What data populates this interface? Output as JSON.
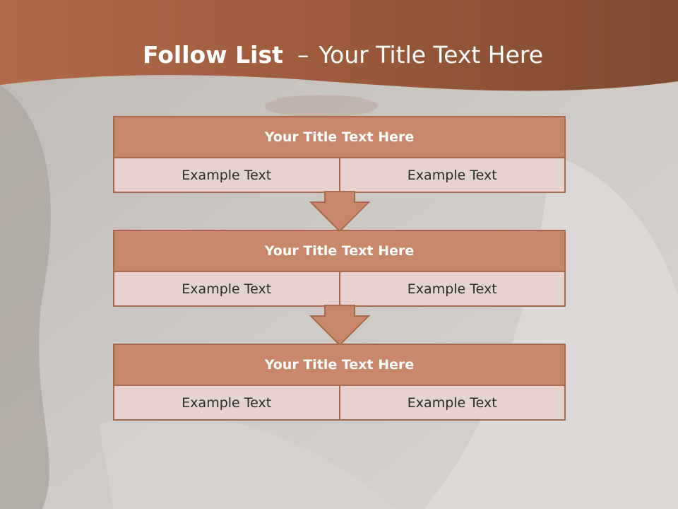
{
  "slide": {
    "title_bold": "Follow List",
    "title_dash": "–",
    "title_rest": "Your Title Text Here"
  },
  "blocks": [
    {
      "title": "Your Title Text Here",
      "left": "Example Text",
      "right": "Example Text"
    },
    {
      "title": "Your Title Text Here",
      "left": "Example Text",
      "right": "Example Text"
    },
    {
      "title": "Your Title Text Here",
      "left": "Example Text",
      "right": "Example Text"
    }
  ],
  "colors": {
    "header_band": "#a4603f",
    "title_fill": "#c8876a",
    "cell_fill": "#e6d3cd",
    "border": "#a8694a",
    "background": "#cbc7c3"
  }
}
